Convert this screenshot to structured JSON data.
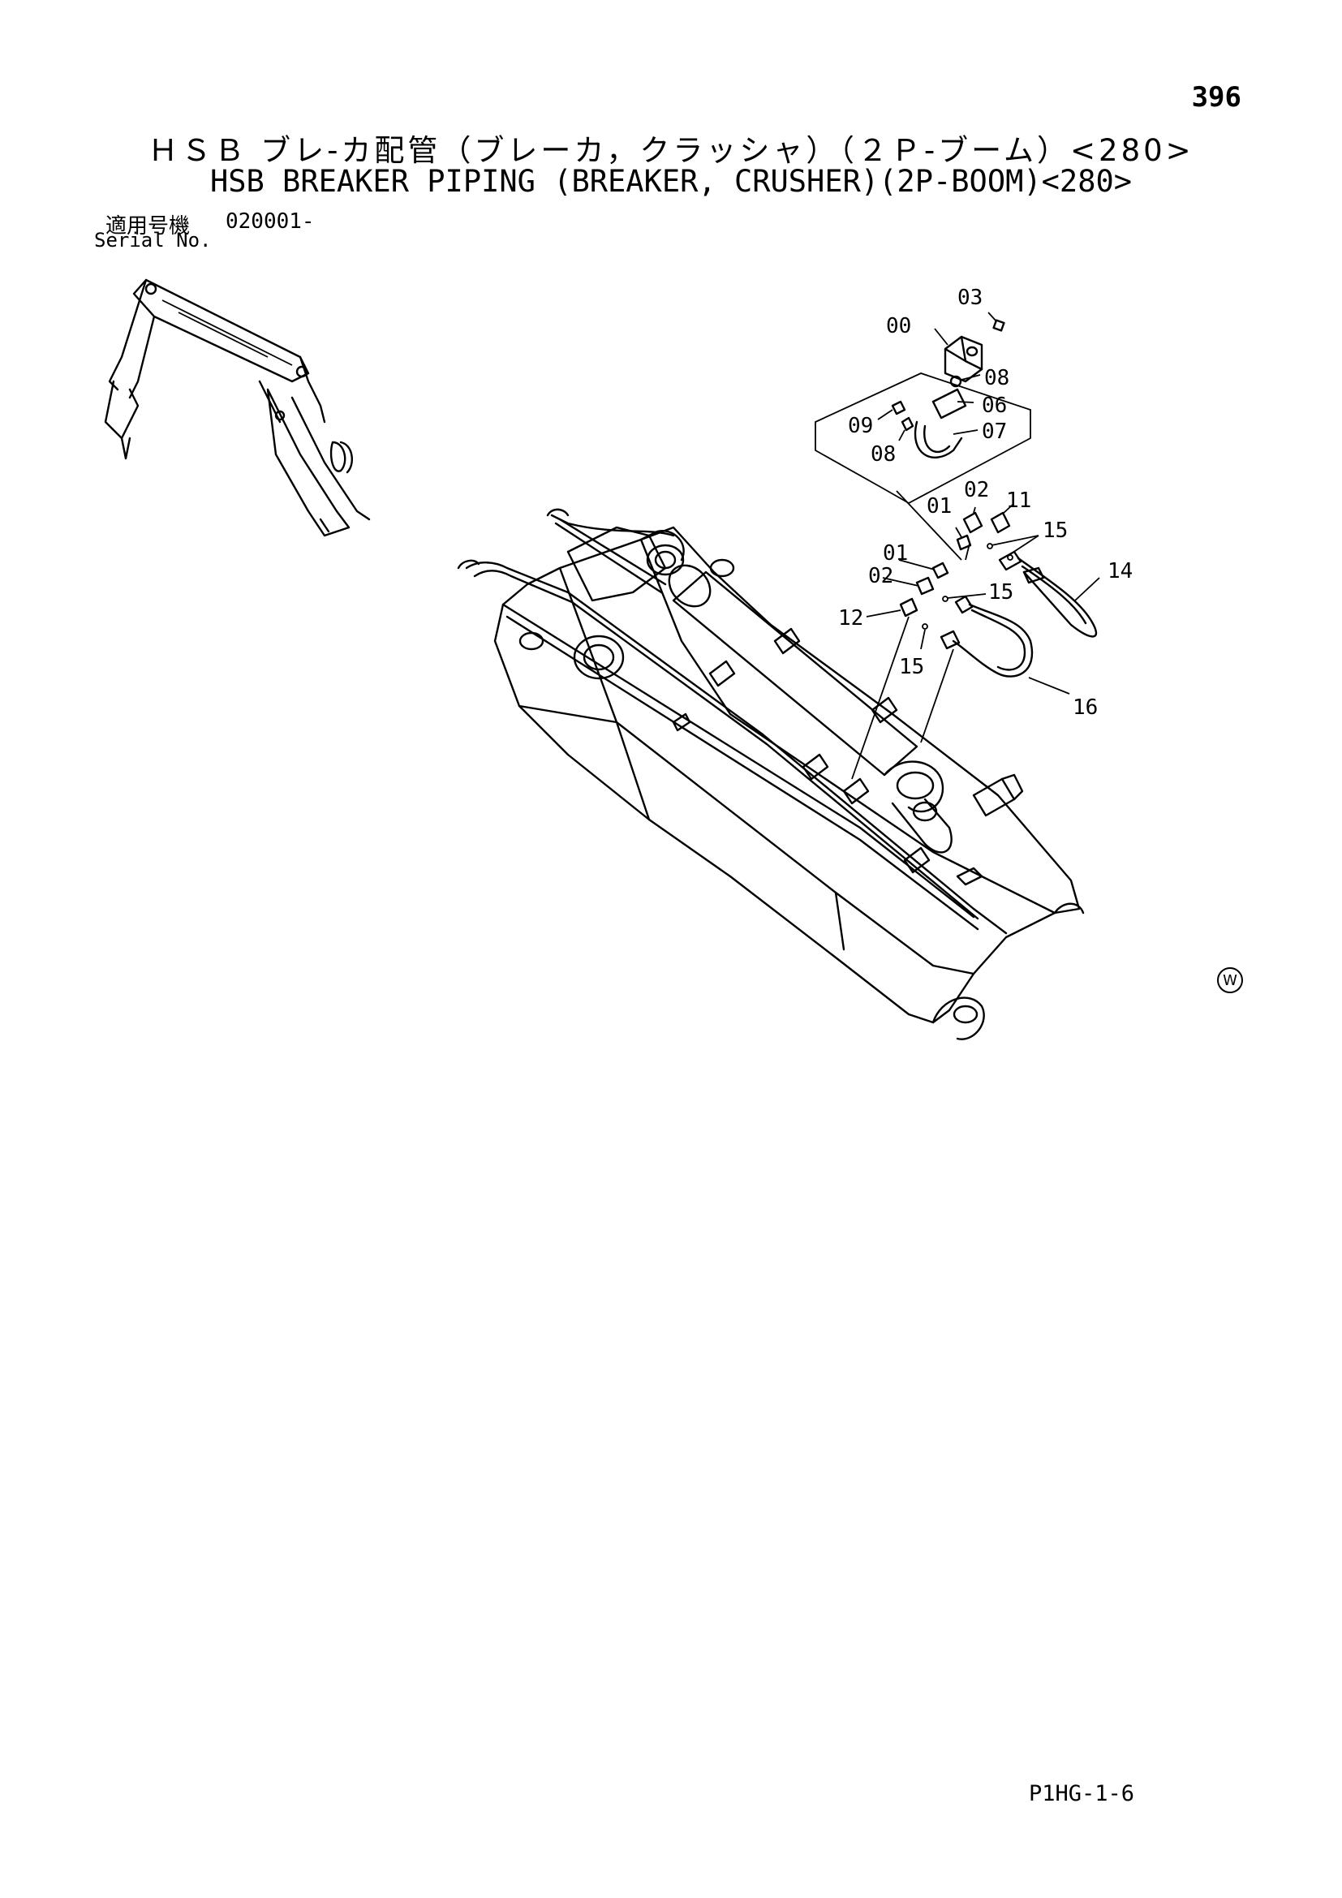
{
  "page_number": "396",
  "title_jp": "ＨＳＢ ブレ-カ配管（ブレーカ，クラッシャ）（２Ｐ-ブーム）<280>",
  "title_en": "HSB BREAKER PIPING (BREAKER, CRUSHER)(2P-BOOM)<280>",
  "serial": {
    "label_jp": "適用号機",
    "value": "020001-",
    "label_en": "Serial No."
  },
  "callouts": {
    "c00": "00",
    "c01a": "01",
    "c01b": "01",
    "c02a": "02",
    "c02b": "02",
    "c03": "03",
    "c06": "06",
    "c07": "07",
    "c08a": "08",
    "c08b": "08",
    "c09": "09",
    "c11": "11",
    "c12": "12",
    "c14": "14",
    "c15a": "15",
    "c15b": "15",
    "c15c": "15",
    "c16": "16"
  },
  "watermark": "W",
  "doc_code": "P1HG-1-6"
}
